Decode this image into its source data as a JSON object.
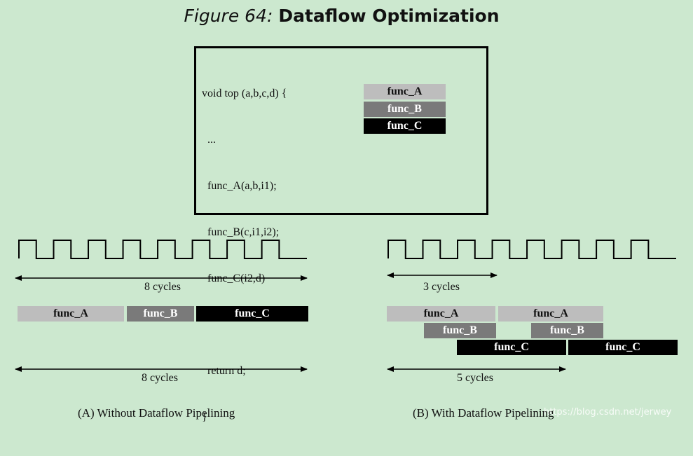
{
  "figure": {
    "number_label": "Figure 64:",
    "title": "Dataflow Optimization"
  },
  "code_panel": {
    "lines": [
      "void top (a,b,c,d) {",
      "  ...",
      "  func_A(a,b,i1);",
      "  func_B(c,i1,i2);",
      "  func_C(i2,d)",
      "",
      "  return d;",
      "}"
    ],
    "legend": [
      "func_A",
      "func_B",
      "func_C"
    ]
  },
  "panel_a": {
    "clock_cycles": 8,
    "top_measure_label": "8 cycles",
    "blocks": [
      {
        "label": "func_A",
        "func": "A"
      },
      {
        "label": "func_B",
        "func": "B"
      },
      {
        "label": "func_C",
        "func": "C"
      }
    ],
    "bottom_measure_label": "8 cycles",
    "caption": "(A) Without Dataflow Pipelining"
  },
  "panel_b": {
    "clock_cycles": 8,
    "top_measure_label": "3 cycles",
    "blocks": [
      {
        "label": "func_A",
        "func": "A"
      },
      {
        "label": "func_A",
        "func": "A"
      },
      {
        "label": "func_B",
        "func": "B"
      },
      {
        "label": "func_B",
        "func": "B"
      },
      {
        "label": "func_C",
        "func": "C"
      },
      {
        "label": "func_C",
        "func": "C"
      }
    ],
    "bottom_measure_label": "5 cycles",
    "caption": "(B) With Dataflow Pipelining"
  },
  "watermark": "https://blog.csdn.net/jerwey",
  "colors": {
    "background": "#cce8cf",
    "func_A": "#bdbdbd",
    "func_B": "#7a7a7a",
    "func_C": "#000000"
  }
}
